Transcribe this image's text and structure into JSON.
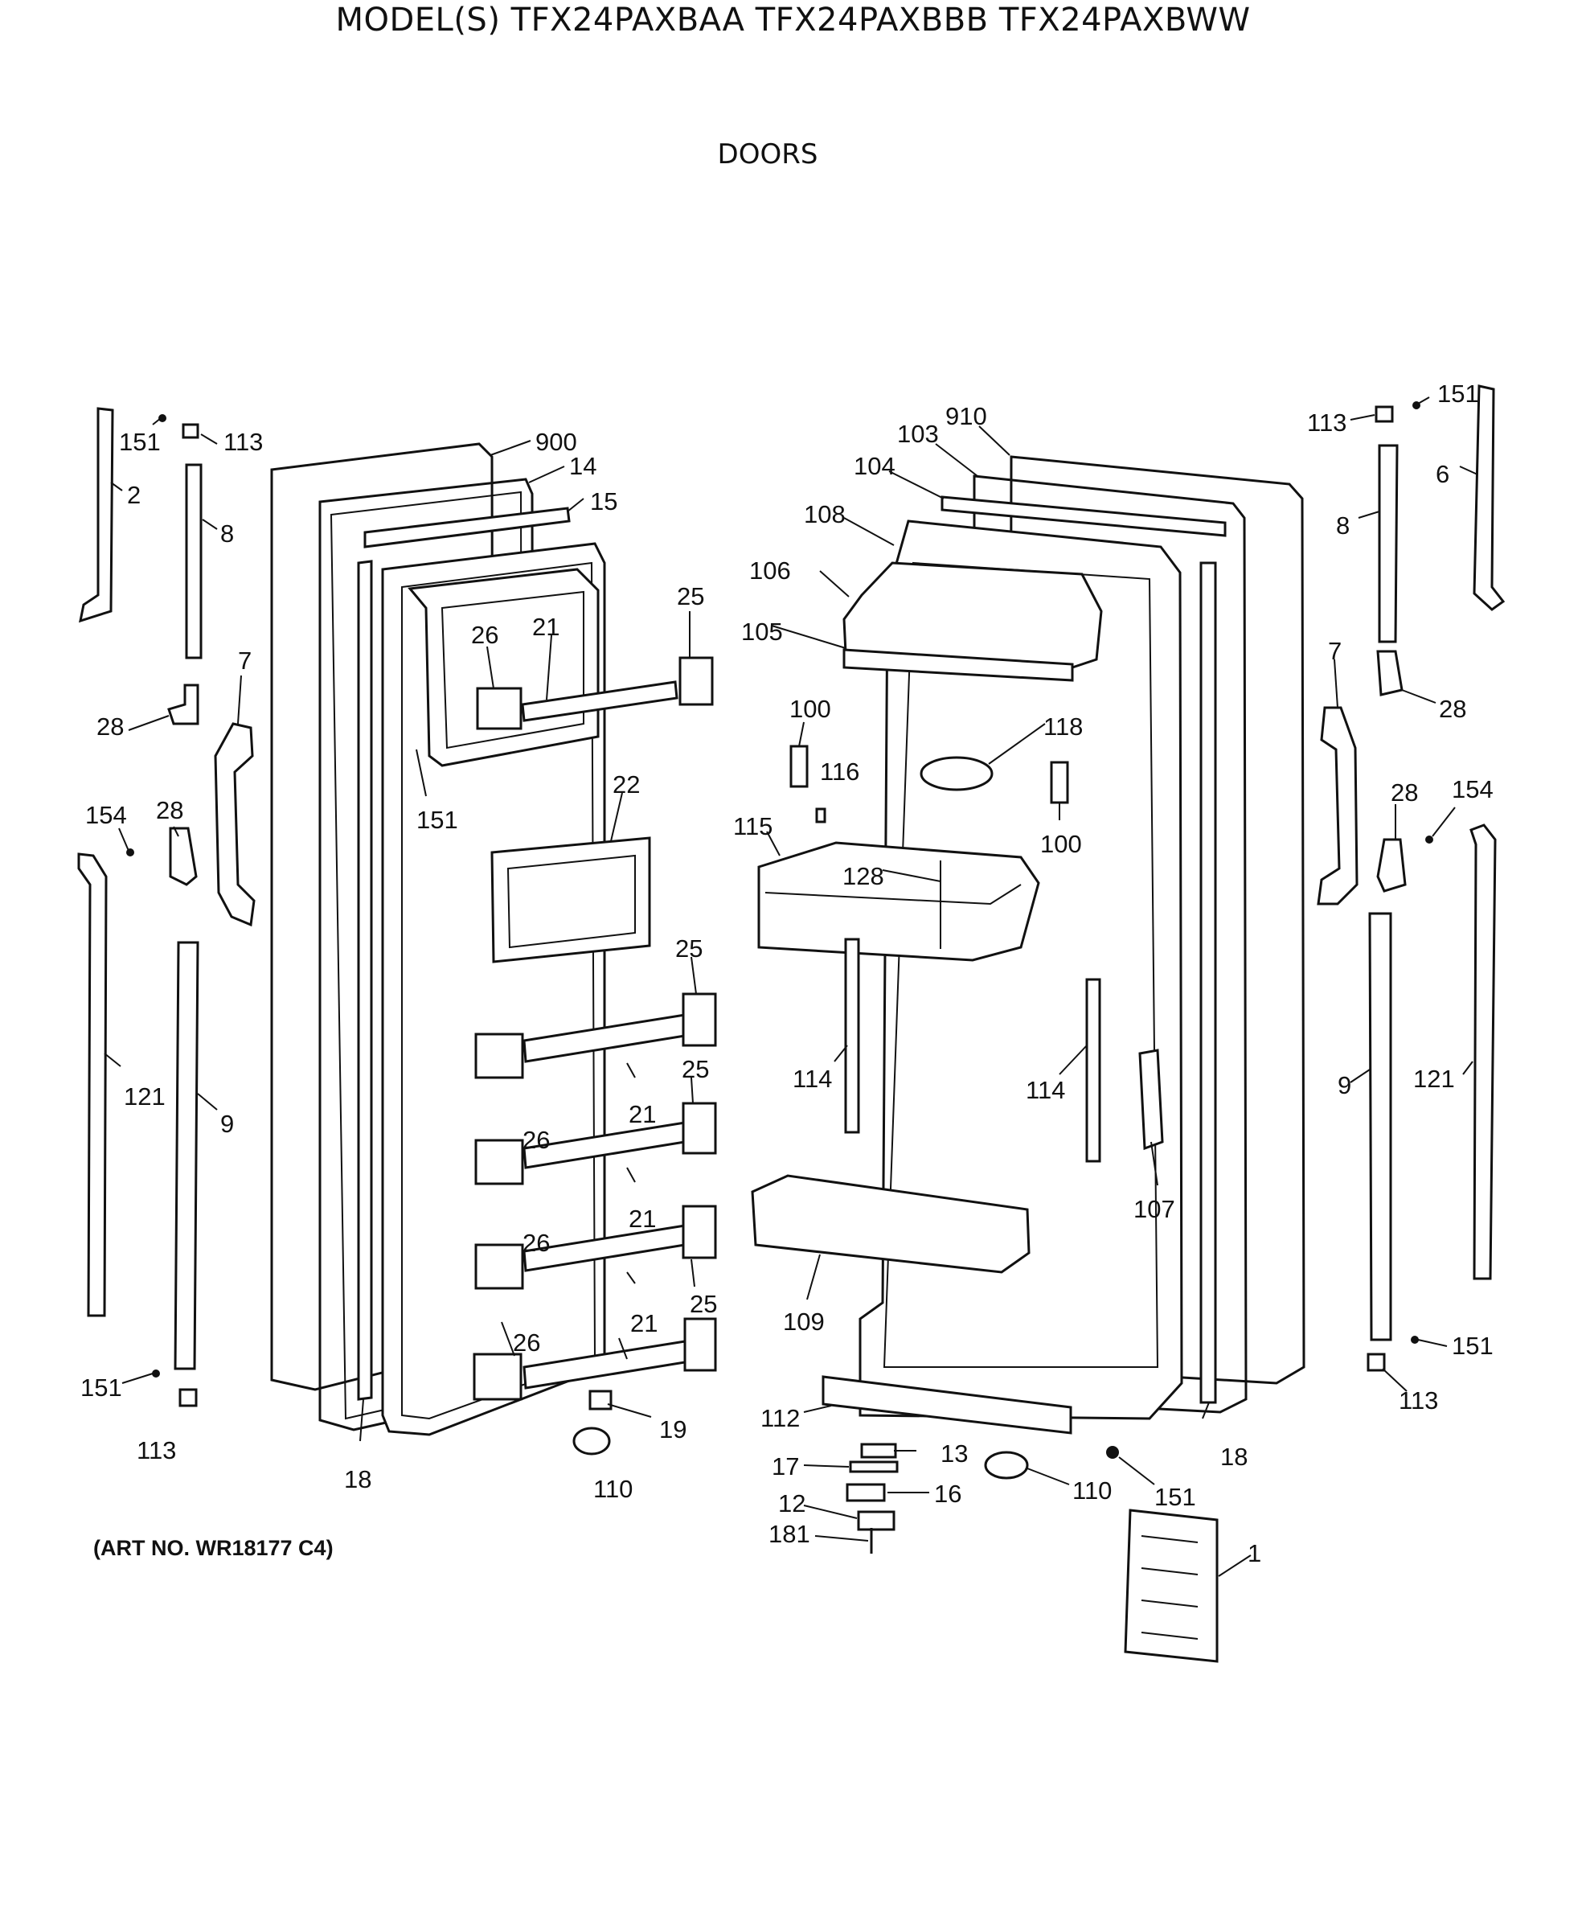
{
  "header": {
    "title": "MODEL(S) TFX24PAXBAA  TFX24PAXBBB  TFX24PAXBWW",
    "section": "DOORS"
  },
  "footer": {
    "art_no": "(ART NO. WR18177 C4)"
  },
  "callouts": {
    "c2": "2",
    "c151a": "151",
    "c113a": "113",
    "c8a": "8",
    "c7a": "7",
    "c28a": "28",
    "c154a": "154",
    "c28b": "28",
    "c121a": "121",
    "c9a": "9",
    "c151b": "151",
    "c113b": "113",
    "c900": "900",
    "c14": "14",
    "c15": "15",
    "c26a": "26",
    "c21a": "21",
    "c25a": "25",
    "c151c": "151",
    "c22": "22",
    "c25b": "25",
    "c26b": "26",
    "c21b": "21",
    "c25c": "25",
    "c26c": "26",
    "c21c": "21",
    "c25d": "25",
    "c26d": "26",
    "c21d": "21",
    "c19": "19",
    "c110a": "110",
    "c18a": "18",
    "c910": "910",
    "c103": "103",
    "c104": "104",
    "c108": "108",
    "c106": "106",
    "c105": "105",
    "c100a": "100",
    "c116": "116",
    "c118": "118",
    "c100b": "100",
    "c115": "115",
    "c128": "128",
    "c114a": "114",
    "c114b": "114",
    "c107": "107",
    "c109": "109",
    "c112": "112",
    "c13": "13",
    "c17": "17",
    "c16": "16",
    "c12": "12",
    "c181": "181",
    "c110b": "110",
    "c151d": "151",
    "c18b": "18",
    "c1": "1",
    "c113c": "113",
    "c151e": "151",
    "c6": "6",
    "c8b": "8",
    "c7b": "7",
    "c28c": "28",
    "c28d": "28",
    "c154b": "154",
    "c9b": "9",
    "c121b": "121",
    "c151f": "151",
    "c113d": "113"
  }
}
